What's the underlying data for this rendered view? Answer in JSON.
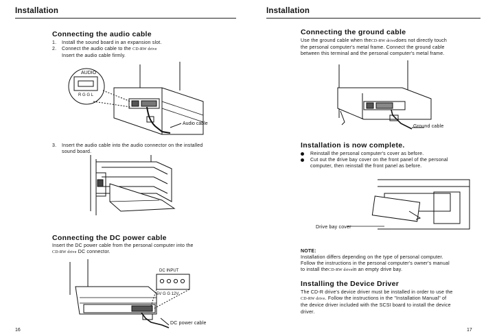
{
  "left_page": {
    "running_head": "Installation",
    "audio": {
      "heading": "Connecting the audio cable",
      "step1_num": "1.",
      "step1_text": "Install the sound board in an expansion slot.",
      "step2_num": "2.",
      "step2_text_a": "Connect the audio cable to the",
      "step2_drive": "CD-RW drive",
      "step2_text_b": "Insert the audio cable firmly.",
      "connector_label": "AUDIO",
      "connector_pins": "R G G L",
      "callout": "Audio cable",
      "step3_num": "3.",
      "step3_text_a": "Insert the audio cable into the audio connector on the installed",
      "step3_text_b": "sound board."
    },
    "dc": {
      "heading": "Connecting the DC power cable",
      "text_a": "Insert the DC power cable from the personal computer into the",
      "drive": "CD-RW drive",
      "text_b": "DC connector.",
      "connector_label": "DC INPUT",
      "connector_pins": "5V G G 12V",
      "callout": "DC power cable"
    },
    "page_number": "16"
  },
  "right_page": {
    "running_head": "Installation",
    "ground": {
      "heading": "Connecting the ground cable",
      "line1_a": "Use the ground cable when the",
      "line1_drive": "CD-RW drive",
      "line1_b": "does not directly touch",
      "line2": "the personal computer's metal frame. Connect the ground cable",
      "line3": "between this terminal and the personal computer's metal frame.",
      "callout": "Ground cable"
    },
    "complete": {
      "heading": "Installation is now complete.",
      "bullet1": "Reinstall the personal computer's cover as before.",
      "bullet2_a": "Cut out the drive bay cover on the front panel of the personal",
      "bullet2_b": "computer, then reinstall the front panel as before.",
      "callout": "Drive bay cover"
    },
    "note": {
      "title": "NOTE:",
      "line1": "Installation differs depending on the type of personal computer.",
      "line2": "Follow the instructions in the personal computer's owner's manual",
      "line3_a": "to install the",
      "line3_drive": "CD-RW drive",
      "line3_b": "in an empty drive bay."
    },
    "driver": {
      "heading": "Installing the Device Driver",
      "line1": "The CD-R drive's device driver must be installed in order to use the",
      "line2_drive": "CD-RW drive",
      "line2_b": ". Follow the instructions in the \"Installation Manual\" of",
      "line3": "the device driver included with the SCSI board to install the device",
      "line4": "driver."
    },
    "page_number": "17"
  }
}
